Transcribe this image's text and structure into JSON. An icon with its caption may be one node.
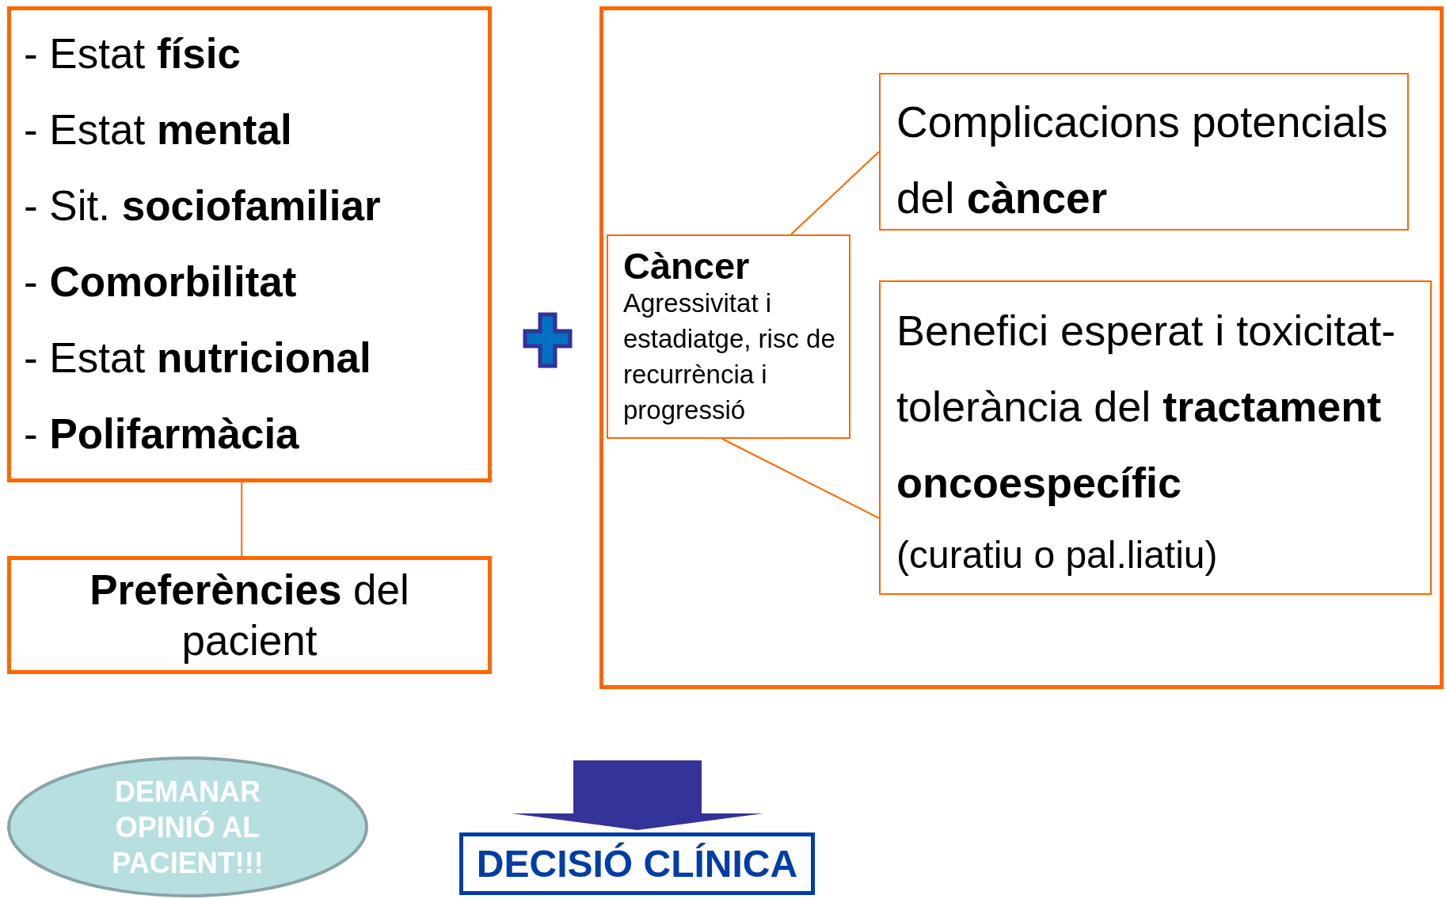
{
  "diagram": {
    "nodes": [
      {
        "text": [
          "- Estat **físic**",
          "- Estat **mental**",
          "- Sit. **sociofamiliar**",
          "- **Comorbilitat**",
          "- Estat **nutricional**",
          "- **Polifarmàcia**"
        ]
      },
      {
        "text": [
          "**Preferències** del pacient"
        ]
      },
      {
        "text": [],
        "shape": "box"
      },
      {
        "text": [
          "Complicacions potencials del **càncer**"
        ],
        "in": 2
      },
      {
        "text": [
          "Càncer",
          "Agressivitat i estadiatge, risc de recurrència i progressió"
        ],
        "in": 2
      },
      {
        "text": [
          "Benefici esperat i toxicitat-tolerància del **tractament oncoespecífic**",
          "(curatiu o pal.liatiu)"
        ],
        "in": 2
      },
      {
        "text": [
          "DEMANAR OPINIÓ AL PACIENT!!!"
        ]
      },
      {
        "text": [
          "DECISIÓ CLÍNICA"
        ]
      }
    ],
    "edges": [
      {
        "from": 0,
        "to": 1,
        "arrow": "none"
      },
      {
        "from": 4,
        "to": 3,
        "arrow": "none"
      },
      {
        "from": 4,
        "to": 5,
        "arrow": "none"
      },
      {
        "from": null,
        "to": 7,
        "arrow": "to",
        "style": "thick",
        "color": "#333399"
      }
    ]
  }
}
